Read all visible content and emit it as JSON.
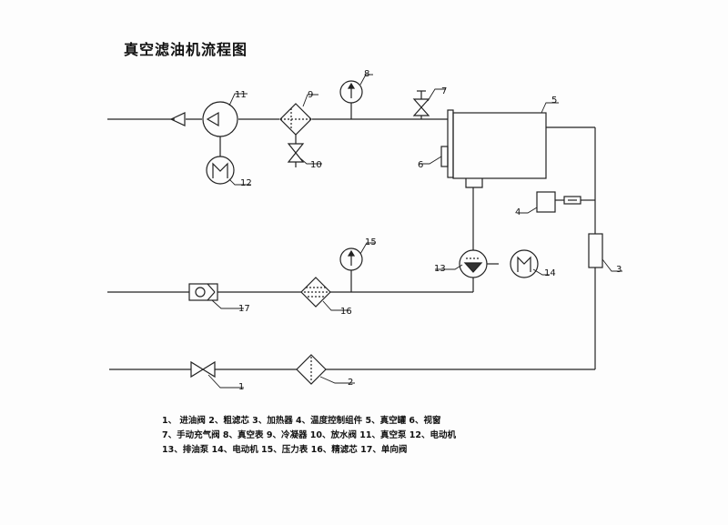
{
  "title": "真空滤油机流程图",
  "component_numbers": {
    "n1": "1",
    "n2": "2",
    "n3": "3",
    "n4": "4",
    "n5": "5",
    "n6": "6",
    "n7": "7",
    "n8": "8",
    "n9": "9",
    "n10": "10",
    "n11": "11",
    "n12": "12",
    "n13": "13",
    "n14": "14",
    "n15": "15",
    "n16": "16",
    "n17": "17"
  },
  "legend": {
    "line1": "1、 进油阀   2、粗滤芯   3、加热器   4、温度控制组件   5、真空罐   6、视窗",
    "line2": "7、手动充气阀   8、真空表   9、冷凝器   10、放水阀   11、真空泵   12、电动机",
    "line3": "13、排油泵   14、电动机   15、压力表   16、精滤芯   17、单向阀"
  }
}
